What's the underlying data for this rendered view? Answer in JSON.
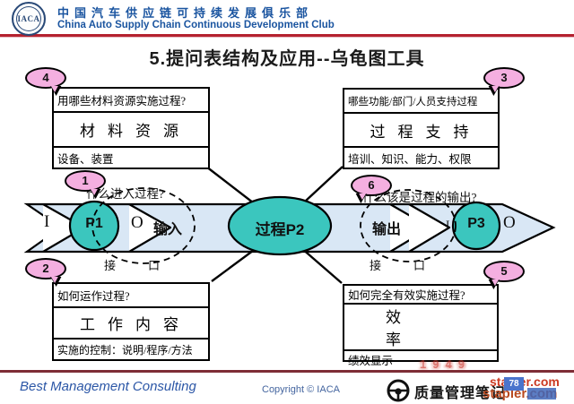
{
  "colors": {
    "teal": "#3bc6be",
    "band": "#d9e7f5",
    "pink": "#f4afe0",
    "hblue": "#1b55a0",
    "redline": "#b5222f",
    "maroon": "#7e2d36",
    "wmred": "#cc3a22",
    "wmblue": "#4a74cc"
  },
  "header": {
    "logo": "IACA",
    "club_cn": "中国汽车供应链可持续发展俱乐部",
    "club_en": "China Auto Supply Chain Continuous Development Club"
  },
  "title": "5.提问表结构及应用--乌龟图工具",
  "diagram": {
    "badge_1": "1",
    "badge_2": "2",
    "badge_3": "3",
    "badge_4": "4",
    "badge_5": "5",
    "badge_6": "6",
    "q_input": "什么进入过程?",
    "q_output": "什么该是过程的输出?",
    "interface_left": "接口",
    "interface_right": "接口",
    "box_material": {
      "question": "用哪些材料资源实施过程?",
      "title": "材料资源",
      "detail": "设备、装置"
    },
    "box_support": {
      "question": "哪些功能/部门/人员支持过程",
      "title": "过程支持",
      "detail": "培训、知识、能力、权限"
    },
    "box_work": {
      "question": "如何运作过程?",
      "title": "工作内容",
      "detail": "实施的控制：说明/程序/方法"
    },
    "box_efficiency": {
      "question": "如何完全有效实施过程?",
      "title": "效率",
      "detail": "绩效显示"
    },
    "flow": {
      "i_left": "I",
      "p1": "P1",
      "o_left": "O",
      "input_arrow": "输入",
      "center": "过程P2",
      "output_arrow": "输出",
      "i_right": "I",
      "p3": "P3",
      "o_right": "O"
    }
  },
  "footer": {
    "company": "Best Management Consulting",
    "copyright": "Copyright © IACA",
    "notes_brand": "质量管理笔记",
    "watermark_site": "stapler.com",
    "watermark_site2": "stapler.com",
    "watermark_faint": "1949",
    "page": "78"
  }
}
